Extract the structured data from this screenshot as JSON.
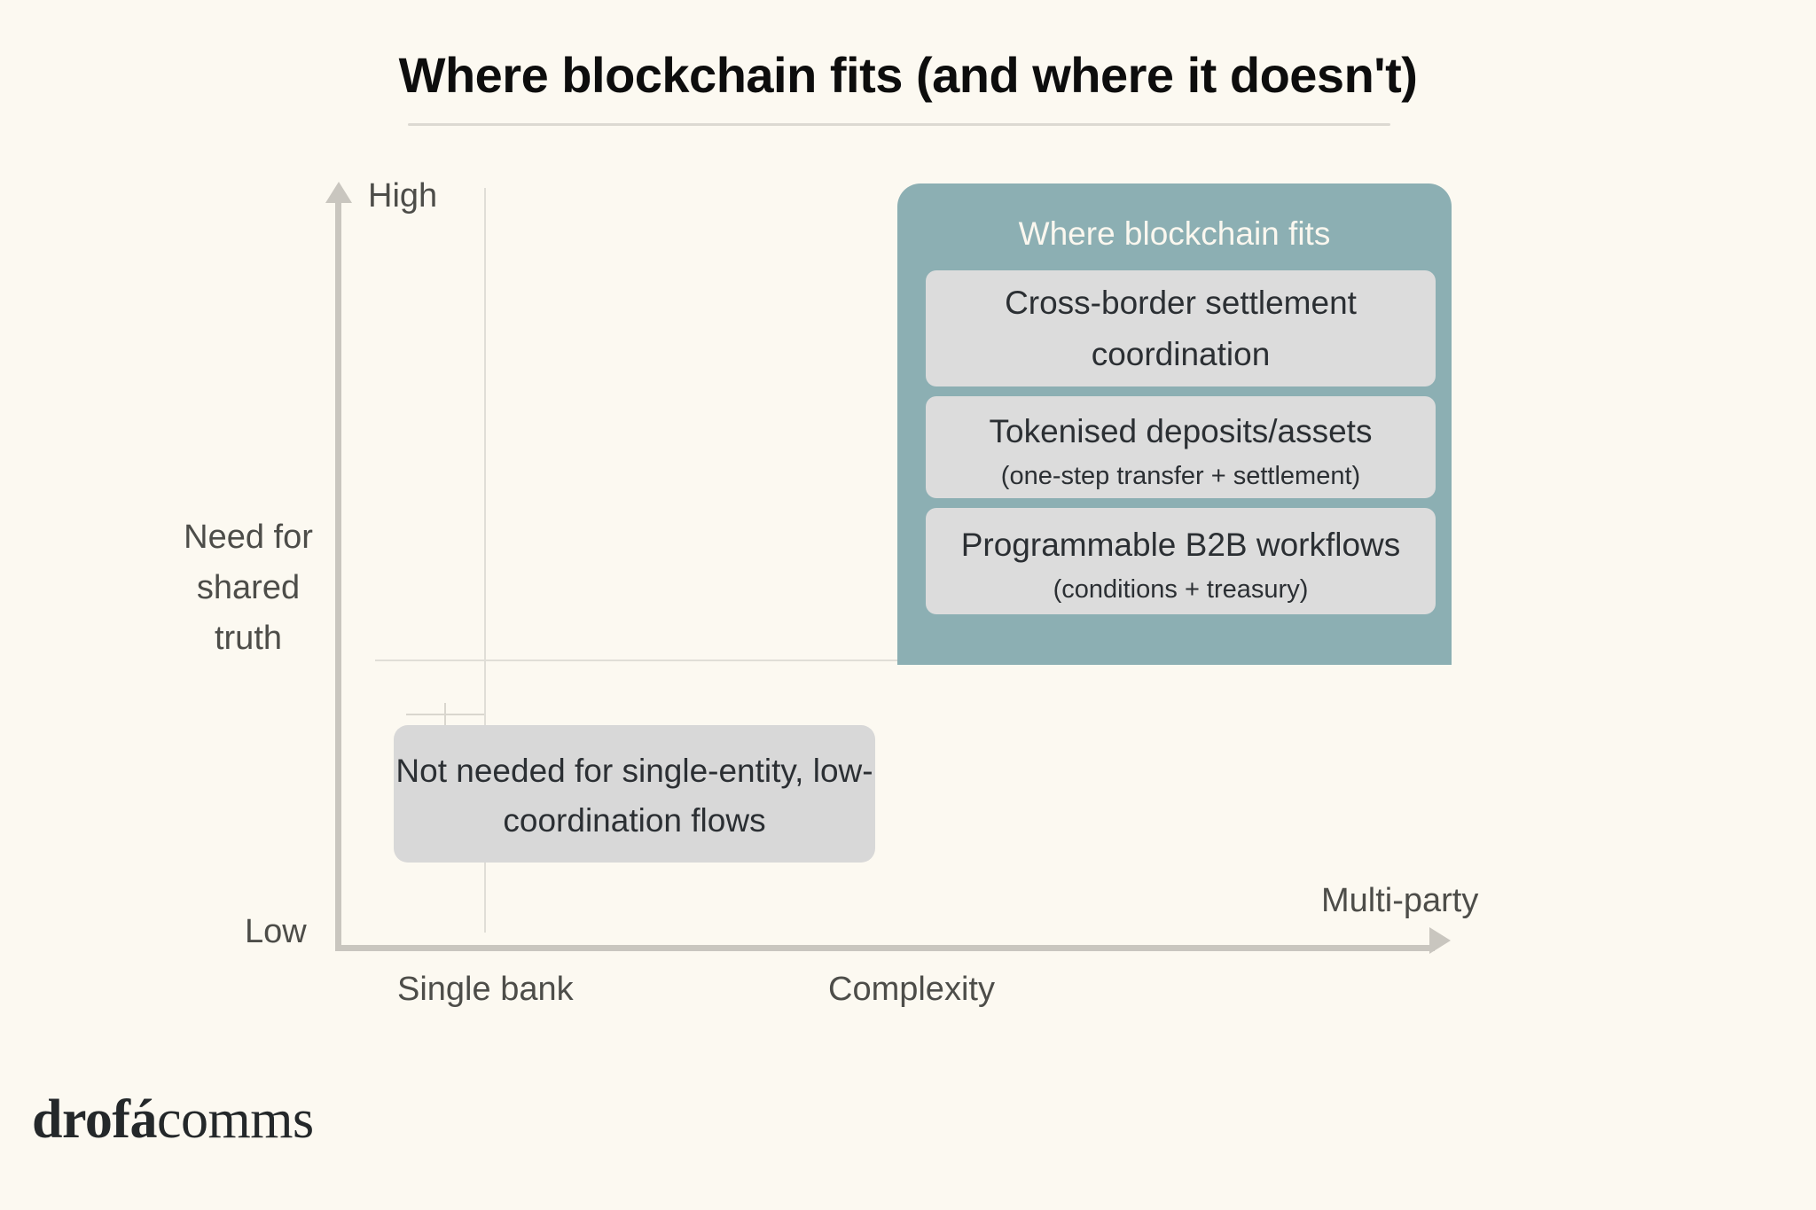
{
  "title": "Where blockchain fits (and where it doesn't)",
  "axes": {
    "y_high": "High",
    "y_low": "Low",
    "y_title": "Need for shared truth",
    "x_left": "Single bank",
    "x_title": "Complexity",
    "x_right": "Multi-party"
  },
  "fits_panel": {
    "heading": "Where blockchain fits",
    "cards": [
      {
        "primary": "Cross-border settlement coordination",
        "secondary": ""
      },
      {
        "primary": "Tokenised deposits/assets",
        "secondary": "(one-step transfer + settlement)"
      },
      {
        "primary": "Programmable B2B workflows",
        "secondary": "(conditions + treasury)"
      }
    ]
  },
  "not_needed": {
    "text": "Not needed for single-entity, low-coordination flows"
  },
  "logo": {
    "part_one": "drofá",
    "part_two": "comms"
  },
  "colors": {
    "background": "#FCF9F1",
    "teal": "#8CAFB3",
    "card_grey": "#DCDCDC",
    "not_needed_grey": "#D8D8D8",
    "axis_grey": "#C9C6BF",
    "grid_grey": "#E0DED7",
    "text_dark": "#2B2F33",
    "label_grey": "#4D4D49",
    "title_black": "#0D0D0D"
  },
  "chart_data": {
    "type": "scatter",
    "title": "Where blockchain fits (and where it doesn't)",
    "xlabel": "Complexity",
    "ylabel": "Need for shared truth",
    "xlim": [
      "Single bank",
      "Multi-party"
    ],
    "ylim": [
      "Low",
      "High"
    ],
    "grid": true,
    "legend": "none",
    "regions": [
      {
        "name": "Where blockchain fits",
        "quadrant": "high-complexity / high-need-for-shared-truth",
        "color": "#8CAFB3",
        "items": [
          "Cross-border settlement coordination",
          "Tokenised deposits/assets (one-step transfer + settlement)",
          "Programmable B2B workflows (conditions + treasury)"
        ]
      },
      {
        "name": "Not needed for single-entity, low-coordination flows",
        "quadrant": "low-complexity / low-need-for-shared-truth",
        "color": "#D8D8D8",
        "items": []
      }
    ]
  }
}
